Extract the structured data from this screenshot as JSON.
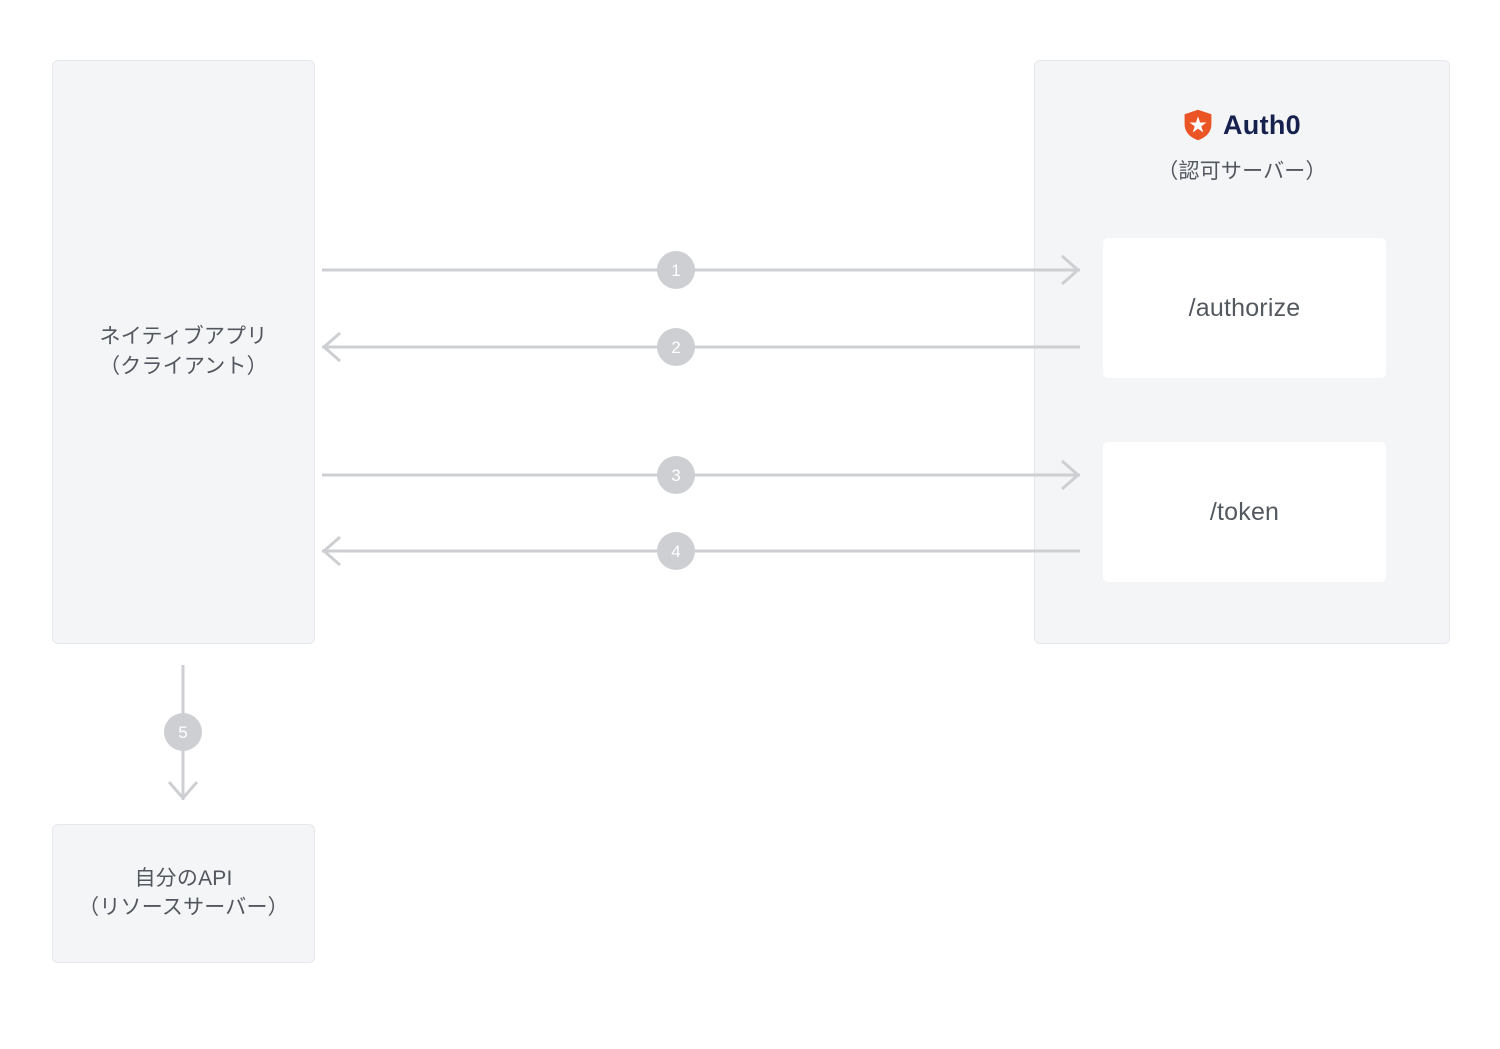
{
  "diagram": {
    "background_color": "#ffffff",
    "line_color": "#cdcfd2",
    "panel_fill": "#f4f5f7",
    "panel_border": "#e6e8ec",
    "text_color": "#52565e",
    "brand_orange": "#eb5424",
    "brand_navy": "#16214d"
  },
  "client": {
    "label": "ネイティブアプリ\n（クライアント）"
  },
  "resource_server": {
    "label": "自分のAPI\n（リソースサーバー）"
  },
  "auth_server": {
    "brand_name": "Auth0",
    "logo_icon": "auth0-shield-icon",
    "sublabel": "（認可サーバー）",
    "endpoints": [
      {
        "label": "/authorize"
      },
      {
        "label": "/token"
      }
    ]
  },
  "steps": [
    {
      "number": "1",
      "direction": "right",
      "from": "client",
      "to": "/authorize"
    },
    {
      "number": "2",
      "direction": "left",
      "from": "/authorize",
      "to": "client"
    },
    {
      "number": "3",
      "direction": "right",
      "from": "client",
      "to": "/token"
    },
    {
      "number": "4",
      "direction": "left",
      "from": "/token",
      "to": "client"
    },
    {
      "number": "5",
      "direction": "down",
      "from": "client",
      "to": "resource_server"
    }
  ]
}
